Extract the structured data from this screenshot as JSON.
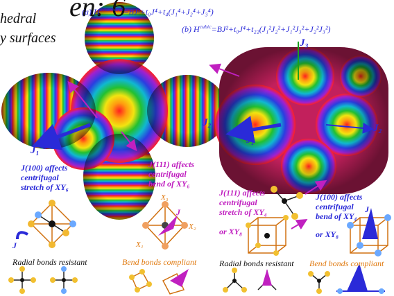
{
  "slide": {
    "title_fragment": "en: 6",
    "subtitle_line1": "hedral",
    "subtitle_line2": "y surfaces"
  },
  "formulas": {
    "a_prefix": "(a) H",
    "a_sup": "octahedral",
    "a_rest": "=BJ²+t₀J⁴+t₄(J₁⁴+J₂⁴+J₃⁴)",
    "b_prefix": "(b) H",
    "b_sup": "cubic",
    "b_rest": "=BJ²+t₀J⁴+t₂₂(J₁²J₂²+J₁²J₃²+J₂²J₃²)"
  },
  "axis_labels": {
    "j1_left": "J₁",
    "j1_right": "J₁",
    "j2_right": "J₂",
    "j2_right_far": "J₂",
    "j3_right": "J₃"
  },
  "annotations": {
    "j100_left": [
      "J(100) affects",
      "centrifugal",
      "stretch of XY₆"
    ],
    "j111_left": [
      "J(111) affects",
      "centrifugal",
      "bend of XY₆"
    ],
    "j111_right": [
      "J(111) affects",
      "centrifugal",
      "stretch of XY₄"
    ],
    "j100_right": [
      "J(100) affects",
      "centrifugal",
      "bend of XY₄"
    ],
    "or_xy8_a": "or XY₈",
    "or_xy8_b": "or XY₈"
  },
  "molecule_labels": {
    "j_left": "J",
    "j_mid": "J",
    "j_right_a": "J",
    "j_right_b": "J",
    "x1": "X₁",
    "x2": "X₂",
    "x3": "X₃"
  },
  "footer": {
    "radial_left": "Radial bonds resistant",
    "bend_left": "Bend bonds compliant",
    "radial_right": "Radial bonds resistant",
    "bend_right": "Bend bonds compliant"
  }
}
